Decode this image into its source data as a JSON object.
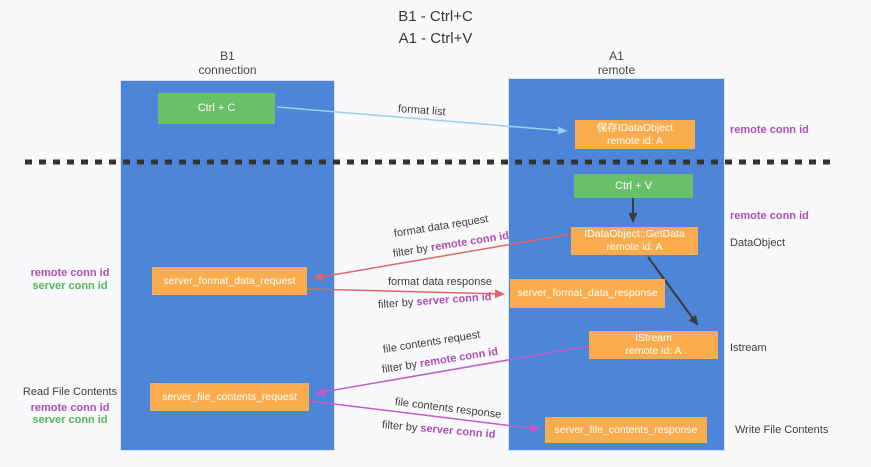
{
  "title": {
    "line1": "B1 - Ctrl+C",
    "line2": "A1 - Ctrl+V"
  },
  "columns": {
    "left": {
      "name": "B1",
      "sub": "connection"
    },
    "right": {
      "name": "A1",
      "sub": "remote"
    }
  },
  "boxes": {
    "ctrl_c": "Ctrl + C",
    "save_obj": {
      "line1": "保存IDataObject",
      "line2": "remote id: A"
    },
    "ctrl_v": "Ctrl + V",
    "getdata": {
      "line1": "IDataObject::GetData",
      "line2": "remote id: A"
    },
    "fmt_req": "server_format_data_request",
    "fmt_resp": "server_format_data_response",
    "istream": {
      "line1": "IStream",
      "line2": "remote id: A"
    },
    "file_req": "server_file_contents_request",
    "file_resp": "server_file_contents_response"
  },
  "arrow_labels": {
    "format_list": "format list",
    "format_data_request": "format data request",
    "filter1_prefix": "filter by ",
    "filter1_value": "remote conn id",
    "format_data_response": "format data response",
    "filter2_prefix": "filter by ",
    "filter2_value": "server conn id",
    "file_contents_request": "file contents request",
    "filter3_prefix": "filter by ",
    "filter3_value": "remote conn id",
    "file_contents_response": "file contents response",
    "filter4_prefix": "filter by ",
    "filter4_value": "server conn id"
  },
  "side_labels": {
    "right_remote_conn_top": "remote conn id",
    "right_remote_conn_mid": "remote conn id",
    "dataobject": "DataObject",
    "istream": "Istream",
    "write_file_contents": "Write File Contents",
    "left_remote_conn_top": "remote conn id",
    "left_server_conn_top": "server conn id",
    "read_file_contents": "Read File Contents",
    "left_remote_conn_bottom": "remote conn id",
    "left_server_conn_bottom": "server conn id"
  },
  "colors": {
    "column_blue": "#4d86d8",
    "box_orange": "#f9ad4e",
    "box_green": "#6abf69",
    "arrow_light_blue": "#9fcfee",
    "arrow_red": "#e06666",
    "arrow_magenta": "#c75ac7",
    "arrow_black": "#3b3b3b",
    "text_purple": "#aa4fb3",
    "text_green": "#55b559",
    "dashed_line": "#333333"
  }
}
